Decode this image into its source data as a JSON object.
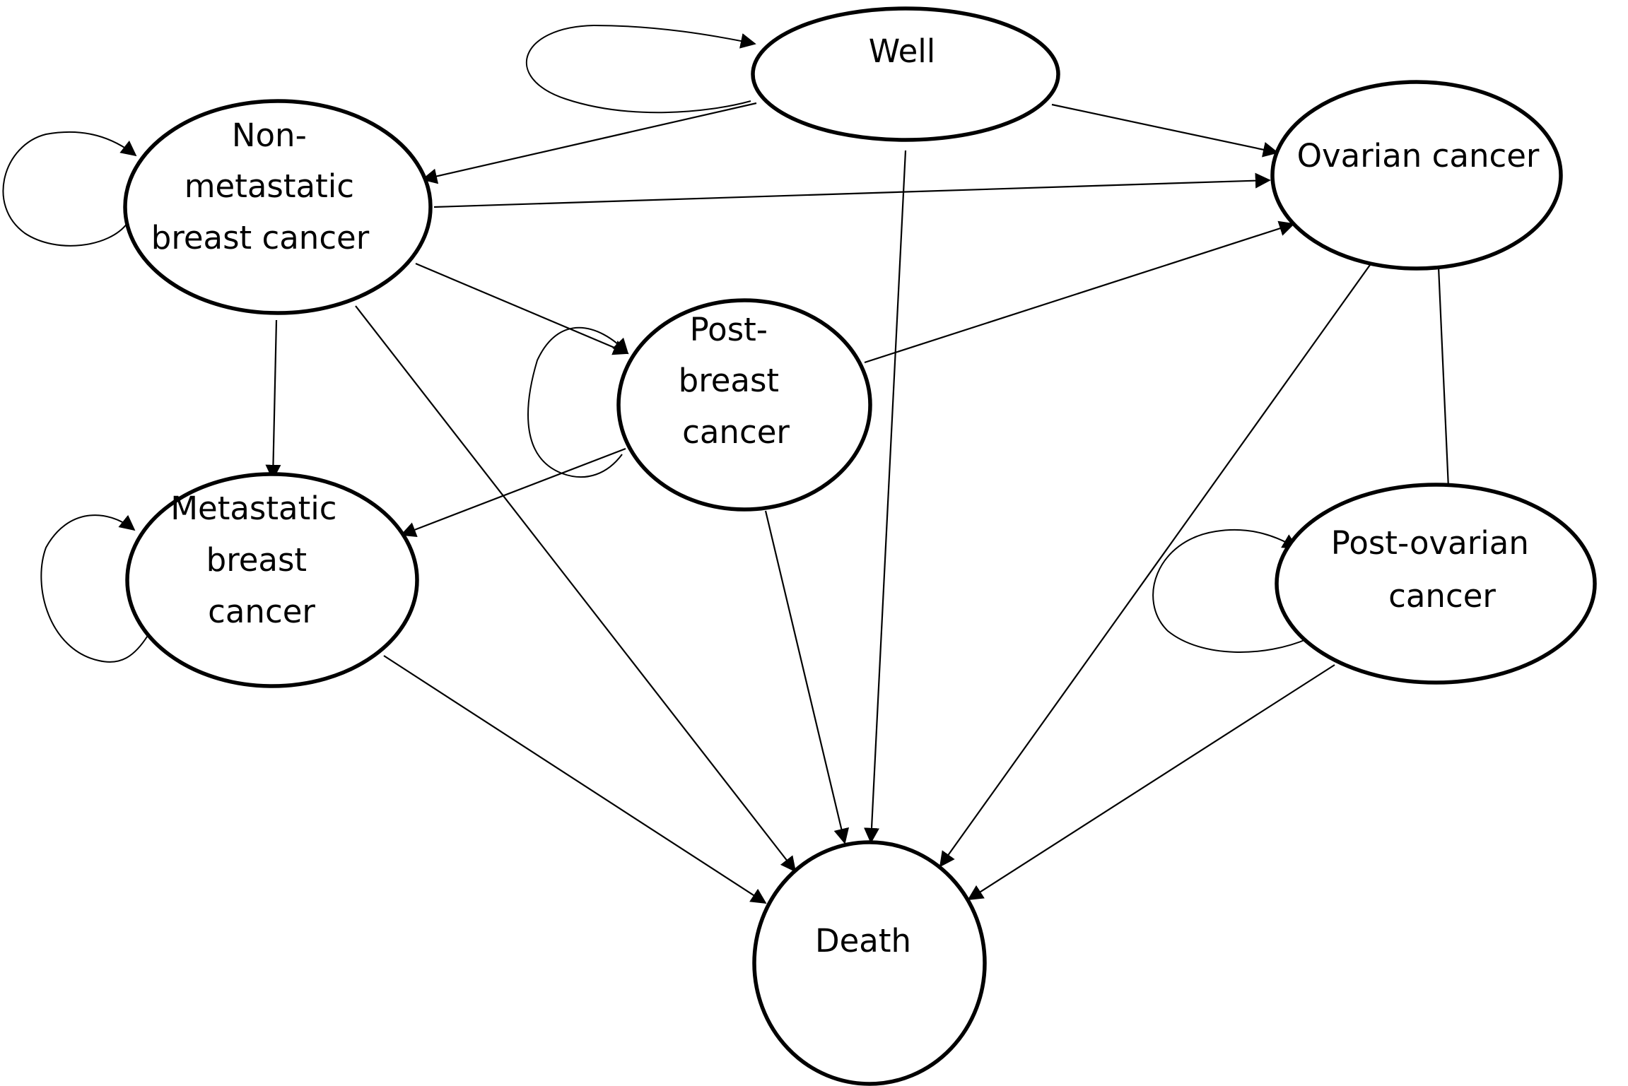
{
  "diagram": {
    "states": {
      "well": {
        "lines": [
          "Well"
        ]
      },
      "non_metastatic": {
        "lines": [
          "Non-",
          "metastatic",
          "breast cancer"
        ]
      },
      "ovarian": {
        "lines": [
          "Ovarian cancer"
        ]
      },
      "post_breast": {
        "lines": [
          "Post-",
          "breast",
          "cancer"
        ]
      },
      "metastatic": {
        "lines": [
          "Metastatic",
          "breast",
          "cancer"
        ]
      },
      "post_ovarian": {
        "lines": [
          "Post-ovarian",
          "cancer"
        ]
      },
      "death": {
        "lines": [
          "Death"
        ]
      }
    },
    "transitions": [
      {
        "from": "well",
        "to": "well"
      },
      {
        "from": "well",
        "to": "non_metastatic"
      },
      {
        "from": "well",
        "to": "ovarian"
      },
      {
        "from": "well",
        "to": "death"
      },
      {
        "from": "non_metastatic",
        "to": "non_metastatic"
      },
      {
        "from": "non_metastatic",
        "to": "ovarian"
      },
      {
        "from": "non_metastatic",
        "to": "post_breast"
      },
      {
        "from": "non_metastatic",
        "to": "metastatic"
      },
      {
        "from": "non_metastatic",
        "to": "death"
      },
      {
        "from": "post_breast",
        "to": "post_breast"
      },
      {
        "from": "post_breast",
        "to": "ovarian"
      },
      {
        "from": "post_breast",
        "to": "metastatic"
      },
      {
        "from": "post_breast",
        "to": "death"
      },
      {
        "from": "ovarian",
        "to": "post_ovarian"
      },
      {
        "from": "ovarian",
        "to": "death"
      },
      {
        "from": "metastatic",
        "to": "metastatic"
      },
      {
        "from": "metastatic",
        "to": "death"
      },
      {
        "from": "post_ovarian",
        "to": "post_ovarian"
      },
      {
        "from": "post_ovarian",
        "to": "death"
      }
    ]
  }
}
